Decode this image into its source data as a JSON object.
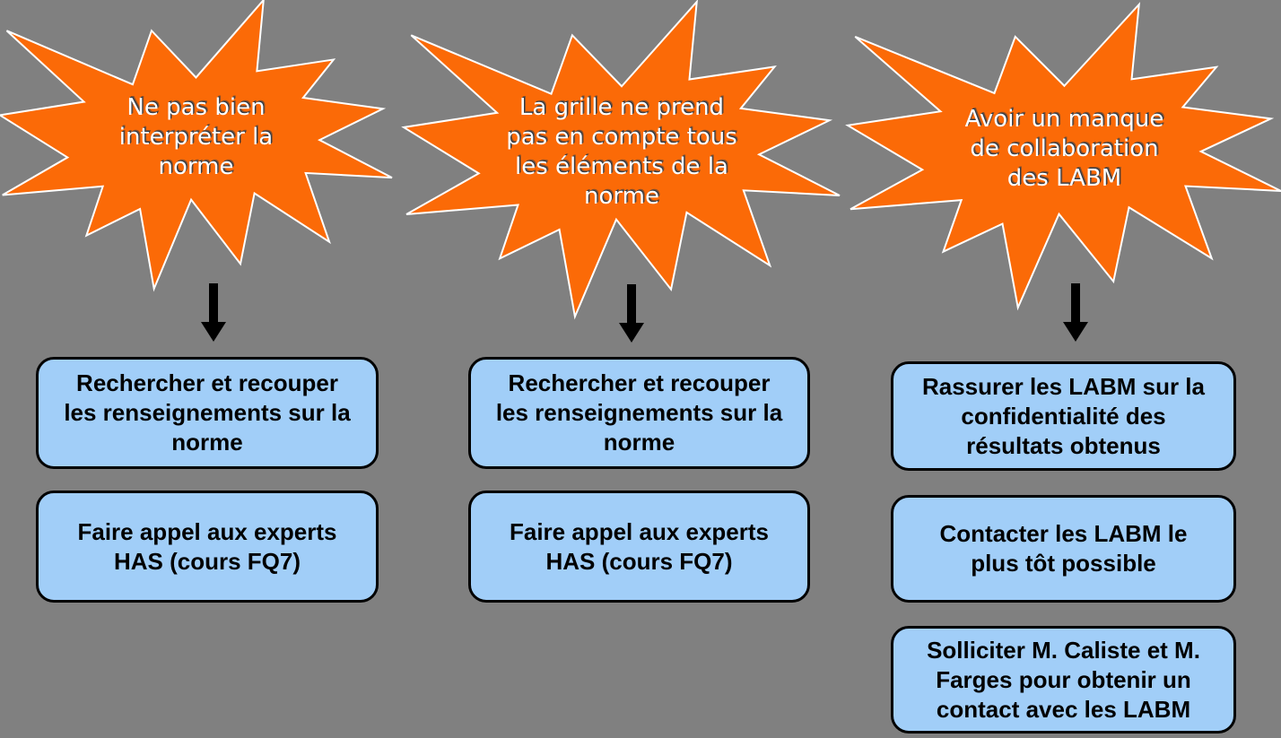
{
  "colors": {
    "background": "#808080",
    "burst_fill": "#FB6A07",
    "burst_stroke": "#FFFFFF",
    "burst_text": "#FFFFFF",
    "burst_text_shadow": "#2F3B47",
    "box_fill": "#A1CEF8",
    "box_border": "#000000",
    "box_text": "#000000",
    "arrow": "#000000"
  },
  "columns": [
    {
      "risk_text": "Ne pas bien\ninterpréter la\nnorme",
      "actions": [
        "Rechercher et recouper\nles renseignements sur la\nnorme",
        "Faire appel aux experts\nHAS (cours FQ7)"
      ]
    },
    {
      "risk_text": "La grille ne prend\npas en compte tous\nles éléments de la\nnorme",
      "actions": [
        "Rechercher et recouper\nles renseignements sur la\nnorme",
        "Faire appel aux experts\nHAS (cours FQ7)"
      ]
    },
    {
      "risk_text": "Avoir un manque\nde collaboration\ndes LABM",
      "actions": [
        "Rassurer les LABM sur la\nconfidentialité des\nrésultats obtenus",
        "Contacter les LABM le\nplus tôt possible",
        "Solliciter M. Caliste et M.\nFarges pour obtenir un\ncontact avec les LABM"
      ]
    }
  ]
}
